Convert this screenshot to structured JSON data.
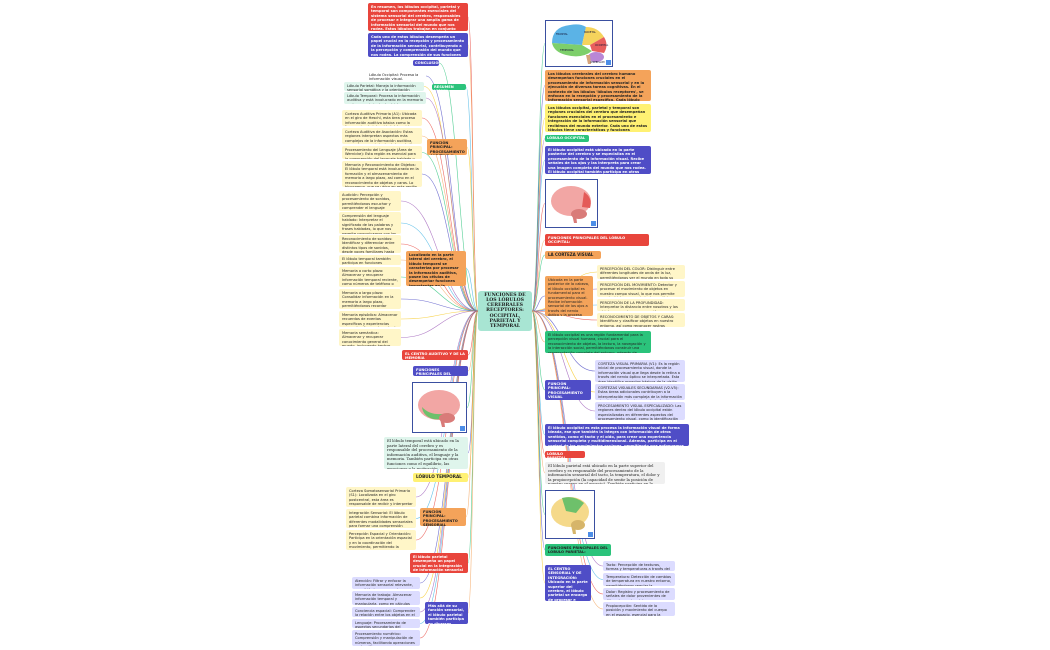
{
  "center_title": "FUNCIONES DE LOS LÓBULOS CEREBRALES RECEPTORES: OCCIPITAL, PARIETAL Y TEMPORAL",
  "colors": {
    "red": "#e8453c",
    "orange": "#f4a35a",
    "yellow": "#fff173",
    "green": "#2bc37b",
    "blue": "#4f4dc6",
    "purple": "#6b3fa0",
    "lilac": "#dcdcff",
    "cream": "#fff6c8",
    "mint": "#a8e5d3"
  },
  "images": {
    "brain_lobes": {
      "lobe_labels": [
        "PARIETAL",
        "FRONTAL",
        "OCCIPITAL",
        "TEMPORAL",
        "CEREBELLUM"
      ]
    }
  },
  "left": {
    "intro_red_1": "En resumen, los lóbulos occipital, parietal y temporal son componentes esenciales del sistema sensorial del cerebro, responsables de procesar e integrar una amplia gama de información sensorial del mundo que nos rodea. Estos lóbulos trabajan en conjunto para permitirnos percibir, interpretar y responder a nuestro entorno de manera efectiva y adaptativa.",
    "intro_blue_1": "Cada uno de estos lóbulos desempeña un papel crucial en la recepción y procesamiento de la información sensorial, contribuyendo a la percepción y comprensión del mundo que nos rodea. La comprensión de sus funciones es esencial para entender cómo el cerebro integra la información sensorial para generar nuestras experiencias.",
    "conclusion": "CONCLUSIÓN",
    "resumen_visual": "RESUMEN VISUAL",
    "resumen_items": [
      "Lóbulo Occipital: Procesa la información visual.",
      "Lóbulo Parietal: Maneja la información sensorial somática y la orientación espacial.",
      "Lóbulo Temporal: Procesa la información auditiva y está involucrado en la memoria y el reconocimiento de objetos."
    ],
    "temporal_func_title": "FUNCIÓN PRINCIPAL: PROCESAMIENTO AUDITIVO Y MEMORIA",
    "temporal_func_items": [
      "Corteza Auditiva Primaria (A1): Ubicada en el giro de Heschl, esta área procesa información auditiva básica como la frecuencia y la intensidad del sonido.",
      "Corteza Auditiva de Asociación: Estas regiones interpretan aspectos más complejos de la información auditiva, como el reconocimiento de la melodía, el ritmo, y el lenguaje.",
      "Procesamiento del Lenguaje (Área de Wernicke): Esta región es esencial para la comprensión del lenguaje hablado y escrito.",
      "Memoria y Reconocimiento de Objetos: El lóbulo temporal está involucrado en la formación y el almacenamiento de memoria a largo plazo, así como en el reconocimiento de objetos y caras. Lo hipocampo, que se ubica en esta región, facilita el procesamiento emocional de los recuerdos."
    ],
    "temporal_desc": "Localizado en la parte lateral del cerebro, el lóbulo temporal se caracteriza por procesar la información auditiva, posee las células de desempeñar funciones importantes en la memoria, el lenguaje y las emociones. Estas son las principales funciones se encuentran:",
    "temporal_items": [
      "Audición: Percepción y procesamiento de sonidos, permitiéndonos escuchar y comprender el lenguaje hablado, música y otros sonidos ambientales.",
      "Comprensión del lenguaje hablado: Interpretar el significado de las palabras y frases habladas, lo que nos permite comunicarnos con los demás y participar en conversaciones.",
      "Reconocimiento de sonidos: Identificar y diferenciar entre distintos tipos de sonidos, desde voces familiares hasta melodías musicales y ruidos ambientales.",
      "El lóbulo temporal también participa en funciones cognitivas superiores como:",
      "Memoria a corto plazo: Almacenar y recuperar información temporal reciente, como números de teléfono o direcciones, durante un breve período de tiempo.",
      "Memoria a largo plazo: Consolidar información en la memoria a largo plazo, permitiéndonos recordar eventos, conocimientos y experiencias pasadas.",
      "Memoria episódica: Almacenar recuerdos de eventos específicos y experiencias personales, formando parte de nuestra autobiografía.",
      "Memoria semántica: Almacenar y recuperar conocimiento general del mundo, incluyendo hechos, conceptos y relaciones abstractas."
    ],
    "centro_auditivo": "EL CENTRO AUDITIVO Y DE LA MEMORIA",
    "funciones_temporal": "FUNCIONES PRINCIPALES DEL LÓBULO TEMPORAL:",
    "temporal_green": "El lóbulo temporal está ubicado en la parte lateral del cerebro y es responsable del procesamiento de la información auditiva, el lenguaje y la memoria. También participa en otras funciones como el equilibrio, las emociones y la motivación.",
    "lobulo_temporal": "LÓBULO TEMPORAL",
    "parietal_func_title": "FUNCIÓN PRINCIPAL: PROCESAMIENTO SENSORIAL SOMATOSENSORIAL",
    "parietal_func_items": [
      "Corteza Somatosensorial Primaria (S1): Localizada en el giro postcentral, esta área es responsable de recibir y interpretar la información sensorial del cuerpo, como el tacto, el dolor, la temperatura y la propiocepción.",
      "Integración Sensorial: El lóbulo parietal combina información de diferentes modalidades sensoriales para formar una comprensión coherente del entorno. Esto incluye la integración de la visión, la audición y el tacto.",
      "Percepción Espacial y Orientación: Participa en la orientación espacial y en la coordinación del movimiento, permitiendo la percepción de la posición de las distintas del propio cuerpo en el espacio. Esto es crucial para actividades como la manipulación de objetos y la navegación."
    ],
    "parietal_red": "El lóbulo parietal desempeña un papel crucial en la integración de información sensorial y cognitiva, permitiéndonos interactuar de manera eficiente con el entorno y realizar actividades diarias complejas.",
    "parietal_cog_items": [
      "Atención: Filtrar y enfocar la información sensorial relevante, permitiéndonos concentrarnos en estímulos específicos ignorando distracciones.",
      "Memoria de trabajo: Almacenar información temporal y manipularla, como en cálculos mentales o el seguimiento de instrucciones.",
      "Conciencia espacial: Comprender la relación entre los objetos en el espacio, contribuyendo a la navegación en el entorno.",
      "Lenguaje: Procesamiento de aspectos secundarios del lenguaje, como la lectura y la escritura.",
      "Procesamiento numérico: Comprensión y manipulación de números, facilitando operaciones matemáticas."
    ],
    "parietal_blue": "Más allá de su función sensorial, el lóbulo parietal también participa en diversas funciones cognitivas como:"
  },
  "right": {
    "yellow_1": "Los lóbulos cerebrales del cerebro humano desempeñan funciones cruciales en el procesamiento de información sensorial y en la ejecución de diversas tareas cognitivas. En el contexto de los lóbulos 'lóbulos receptores', se enfocan en la recepción y procesamiento de la información sensorial específica. Cada lóbulo tiene funciones únicas que influyen en la percepción y el comportamiento.",
    "yellow_2": "Los lóbulos occipital, parietal y temporal son regiones cruciales del cerebro que desempeñan funciones esenciales en el procesamiento e integración de la información sensorial que recibimos del mundo exterior. Cada uno de estos lóbulos tiene características y funciones específicas que contribuyen a nuestra percepción y experiencia del entorno.",
    "lobulo_occipital": "LÓBULO OCCIPITAL",
    "occipital_blue": "El lóbulo occipital está ubicado en la parte posterior del cerebro y se especializa en el procesamiento de la información visual. Recibe señales de los ojos y las interpreta para crear una imagen completa del mundo que nos rodea. El lóbulo occipital también participa en otras funciones visuales, como la percepción del color, el movimiento y la profundidad.",
    "funciones_occipital": "FUNCIONES PRINCIPALES DEL LÓBULO OCCIPITAL:",
    "corteza_visual": "LA CORTEZA VISUAL",
    "occipital_orange": "Ubicada en la parte posterior de la cabeza, el lóbulo occipital es fundamental para el procesamiento visual. Recibe información sensorial de los ojos a través del nervio óptico y la procesa para crear una imagen completa y coherente del mundo que nos rodea. Aquí se identifican varias funciones principales:",
    "occipital_items": [
      "PERCEPCIÓN DEL COLOR: Distinguir entre diferentes longitudes de onda de la luz, permitiéndonos ver el mundo en toda su espectro cromático.",
      "PERCEPCIÓN DEL MOVIMIENTO: Detectar y procesar el movimiento de objetos en nuestro campo visual, lo que nos permite seguir objetos en movimiento y anticipar sus trayectorias.",
      "PERCEPCIÓN DE LA PROFUNDIDAD: Interpretar la distancia entre nosotros y los objetos, creando una percepción tridimensional del espacio.",
      "RECONOCIMIENTO DE OBJETOS Y CARAS: Identificar y clasificar objetos en nuestro entorno, así como reconocer rostros familiares y procesar sus expresiones emocionales."
    ],
    "occipital_green": "El lóbulo occipital es una región fundamental para la percepción visual humana, crucial para el reconocimiento de objetos, la lectura, la navegación y la interacción social, permitiéndonos construir una representación completa del entorno, además de procesar la información visual para actuar en él, y diversas áreas que trabajan en conjunto para procesar diferentes aspectos visuales.",
    "visual_func_title": "FUNCIÓN PRINCIPAL: PROCESAMIENTO VISUAL",
    "visual_func_items": [
      "CORTEZA VISUAL PRIMARIA (V1): Es la región inicial de procesamiento visual, donde la información visual que llega desde la retina a través del nervio óptico se interpretada. Esta área identifica aspectos básicos de la visión como la orientación, el movimiento y el color.",
      "CORTEZAS VISUALES SECUNDARIAS (V2-V5): Estas áreas adicionales contribuyen a la interpretación más compleja de la información visual, incluyendo el reconocimiento de formas, la profundidad y el movimiento.",
      "PROCESAMIENTO VISUAL ESPECIALIZADO: Las regiones dentro del lóbulo occipital están especializadas en diferentes aspectos del procesamiento visual, como la identificación de objetos y la detección de patrones de visión."
    ],
    "occipital_purple": "El lóbulo occipital es esta procesa la información visual de forma ideada, ese que también la integra con información de otros sentidos, como el tacto y el oído, para crear una experiencia sensorial completa y multidimensional. Además, participa en el control de los movimientos oculares, permitiendo que enfoquemos y sigamos objetos con precisión.",
    "lobulo_parietal": "LÓBULO PARIETAL",
    "parietal_desc": "El lóbulo parietal está ubicado en la parte superior del cerebro y es responsable del procesamiento de la información sensorial del tacto, la temperatura, el dolor y la propiocepción (la capacidad de sentir la posición de nuestro cuerpo en el espacio). También participa en la orientación espacial, la atención y el lenguaje.",
    "funciones_parietal": "FUNCIONES PRINCIPALES DEL LÓBULO PARIETAL:",
    "centro_sensorial": "EL CENTRO SENSORIAL Y DE INTEGRACIÓN: Ubicado en la parte superior del cerebro, el lóbulo parietal se encarga de procesar e integrar información sensorial de diferentes modalidades, incluyendo:",
    "sensory_items": [
      "Tacto: Percepción de texturas, formas y temperaturas a través del contacto con la piel.",
      "Temperatura: Detección de cambios de temperatura en nuestro entorno, permitiéndonos regular la temperatura corporal y evitar situaciones extremas.",
      "Dolor: Registro y procesamiento de señales de dolor provenientes de diferentes partes del cuerpo, alertándonos de posibles daños o lesiones.",
      "Propiocepción: Sentido de la posición y movimiento del cuerpo en el espacio, esencial para la coordinación, el equilibrio y la postura."
    ]
  }
}
